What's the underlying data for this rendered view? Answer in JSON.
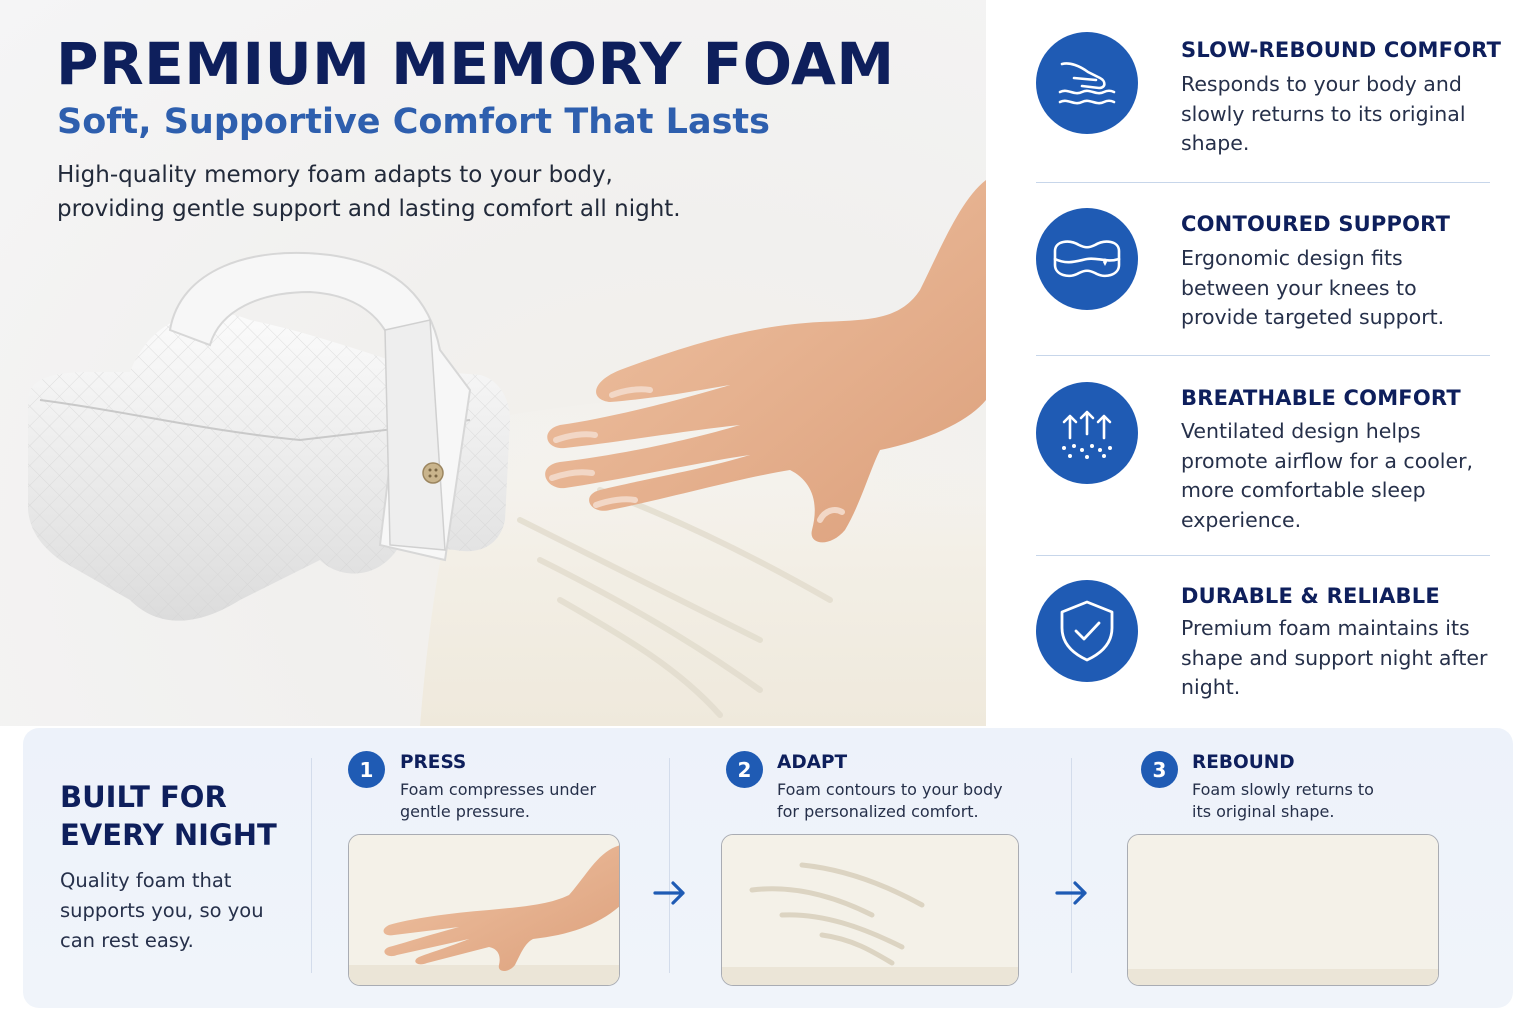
{
  "hero": {
    "title": "PREMIUM MEMORY FOAM",
    "subtitle": "Soft, Supportive Comfort That Lasts",
    "description": "High-quality memory foam adapts to your body, providing gentle support and lasting comfort all night."
  },
  "features": [
    {
      "icon": "hand-waves-icon",
      "title": "SLOW-REBOUND COMFORT",
      "text": "Responds to your body and slowly returns to its original shape."
    },
    {
      "icon": "contoured-pillow-icon",
      "title": "CONTOURED SUPPORT",
      "text": "Ergonomic design fits between your knees to provide targeted support."
    },
    {
      "icon": "airflow-arrows-icon",
      "title": "BREATHABLE COMFORT",
      "text": "Ventilated design helps promote airflow for a cooler, more comfortable sleep experience."
    },
    {
      "icon": "shield-check-icon",
      "title": "DURABLE & RELIABLE",
      "text": "Premium foam maintains its shape and support night after night."
    }
  ],
  "panel": {
    "heading": "BUILT FOR EVERY NIGHT",
    "description": "Quality foam that supports you, so you can rest easy.",
    "steps": [
      {
        "number": "1",
        "title": "PRESS",
        "text": "Foam compresses under gentle pressure.",
        "image": "hand-pressing-foam"
      },
      {
        "number": "2",
        "title": "ADAPT",
        "text": "Foam contours to your body for personalized comfort.",
        "image": "foam-contour-impression"
      },
      {
        "number": "3",
        "title": "REBOUND",
        "text": "Foam slowly returns to its original shape.",
        "image": "flat-foam-block"
      }
    ]
  },
  "colors": {
    "navy": "#0e1f5c",
    "accent_blue": "#1f5bb4",
    "subtitle_blue": "#2e5fae",
    "panel_bg": "#edf2fa",
    "foam_cream": "#f4f1e8"
  }
}
